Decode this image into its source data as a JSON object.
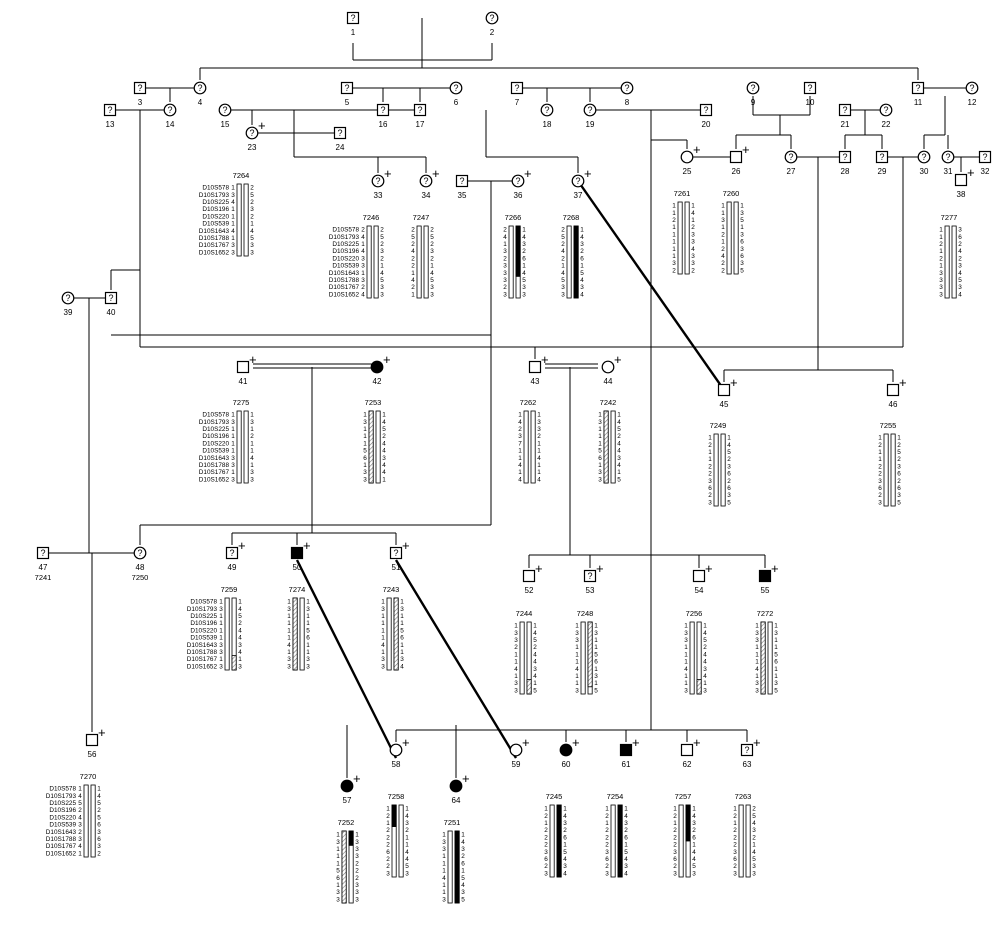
{
  "markers": [
    "D10S578",
    "D10S1793",
    "D10S225",
    "D10S196",
    "D10S220",
    "D10S539",
    "D10S1643",
    "D10S1788",
    "D10S1767",
    "D10S1652"
  ],
  "individuals": [
    {
      "id": "1",
      "sex": "M",
      "status": "unknown",
      "plus": false
    },
    {
      "id": "2",
      "sex": "F",
      "status": "unknown",
      "plus": false
    },
    {
      "id": "3",
      "sex": "M",
      "status": "unknown",
      "plus": false
    },
    {
      "id": "4",
      "sex": "F",
      "status": "unknown",
      "plus": false
    },
    {
      "id": "5",
      "sex": "M",
      "status": "unknown",
      "plus": false
    },
    {
      "id": "6",
      "sex": "F",
      "status": "unknown",
      "plus": false
    },
    {
      "id": "7",
      "sex": "M",
      "status": "unknown",
      "plus": false
    },
    {
      "id": "8",
      "sex": "F",
      "status": "unknown",
      "plus": false
    },
    {
      "id": "9",
      "sex": "F",
      "status": "unknown",
      "plus": false
    },
    {
      "id": "10",
      "sex": "M",
      "status": "unknown",
      "plus": false
    },
    {
      "id": "11",
      "sex": "M",
      "status": "unknown",
      "plus": false
    },
    {
      "id": "12",
      "sex": "F",
      "status": "unknown",
      "plus": false
    },
    {
      "id": "13",
      "sex": "M",
      "status": "unknown",
      "plus": false
    },
    {
      "id": "14",
      "sex": "F",
      "status": "unknown",
      "plus": false
    },
    {
      "id": "15",
      "sex": "F",
      "status": "unknown",
      "plus": false
    },
    {
      "id": "16",
      "sex": "M",
      "status": "unknown",
      "plus": false
    },
    {
      "id": "17",
      "sex": "M",
      "status": "unknown",
      "plus": false
    },
    {
      "id": "18",
      "sex": "F",
      "status": "unknown",
      "plus": false
    },
    {
      "id": "19",
      "sex": "F",
      "status": "unknown",
      "plus": false
    },
    {
      "id": "20",
      "sex": "M",
      "status": "unknown",
      "plus": false
    },
    {
      "id": "21",
      "sex": "M",
      "status": "unknown",
      "plus": false
    },
    {
      "id": "22",
      "sex": "F",
      "status": "unknown",
      "plus": false
    },
    {
      "id": "23",
      "sex": "F",
      "status": "unknown",
      "plus": true
    },
    {
      "id": "24",
      "sex": "M",
      "status": "unknown",
      "plus": false
    },
    {
      "id": "25",
      "sex": "F",
      "status": "unaffected",
      "plus": true
    },
    {
      "id": "26",
      "sex": "M",
      "status": "unaffected",
      "plus": true
    },
    {
      "id": "27",
      "sex": "F",
      "status": "unknown",
      "plus": false
    },
    {
      "id": "28",
      "sex": "M",
      "status": "unknown",
      "plus": false
    },
    {
      "id": "29",
      "sex": "M",
      "status": "unknown",
      "plus": false
    },
    {
      "id": "30",
      "sex": "F",
      "status": "unknown",
      "plus": false
    },
    {
      "id": "31",
      "sex": "F",
      "status": "unknown",
      "plus": false
    },
    {
      "id": "32",
      "sex": "M",
      "status": "unknown",
      "plus": false
    },
    {
      "id": "33",
      "sex": "F",
      "status": "unknown",
      "plus": true
    },
    {
      "id": "34",
      "sex": "F",
      "status": "unknown",
      "plus": true
    },
    {
      "id": "35",
      "sex": "M",
      "status": "unknown",
      "plus": false
    },
    {
      "id": "36",
      "sex": "F",
      "status": "unknown",
      "plus": true
    },
    {
      "id": "37",
      "sex": "F",
      "status": "unknown",
      "plus": true
    },
    {
      "id": "38",
      "sex": "M",
      "status": "unaffected",
      "plus": true
    },
    {
      "id": "39",
      "sex": "F",
      "status": "unknown",
      "plus": false
    },
    {
      "id": "40",
      "sex": "M",
      "status": "unknown",
      "plus": false
    },
    {
      "id": "41",
      "sex": "M",
      "status": "unaffected",
      "plus": true
    },
    {
      "id": "42",
      "sex": "F",
      "status": "affected",
      "plus": true
    },
    {
      "id": "43",
      "sex": "M",
      "status": "unaffected",
      "plus": true
    },
    {
      "id": "44",
      "sex": "F",
      "status": "unaffected",
      "plus": true
    },
    {
      "id": "45",
      "sex": "M",
      "status": "unaffected",
      "plus": true
    },
    {
      "id": "46",
      "sex": "M",
      "status": "unaffected",
      "plus": true
    },
    {
      "id": "47",
      "sex": "M",
      "status": "unknown",
      "plus": false
    },
    {
      "id": "48",
      "sex": "F",
      "status": "unknown",
      "plus": false
    },
    {
      "id": "49",
      "sex": "M",
      "status": "unknown",
      "plus": true
    },
    {
      "id": "50",
      "sex": "M",
      "status": "affected",
      "plus": true
    },
    {
      "id": "51",
      "sex": "M",
      "status": "unknown",
      "plus": true
    },
    {
      "id": "52",
      "sex": "M",
      "status": "unaffected",
      "plus": true
    },
    {
      "id": "53",
      "sex": "M",
      "status": "unknown",
      "plus": true
    },
    {
      "id": "54",
      "sex": "M",
      "status": "unaffected",
      "plus": true
    },
    {
      "id": "55",
      "sex": "M",
      "status": "affected",
      "plus": true
    },
    {
      "id": "56",
      "sex": "M",
      "status": "unaffected",
      "plus": true
    },
    {
      "id": "57",
      "sex": "F",
      "status": "affected",
      "plus": true
    },
    {
      "id": "58",
      "sex": "F",
      "status": "unaffected",
      "plus": true
    },
    {
      "id": "59",
      "sex": "F",
      "status": "unaffected",
      "plus": true
    },
    {
      "id": "60",
      "sex": "F",
      "status": "affected",
      "plus": true
    },
    {
      "id": "61",
      "sex": "M",
      "status": "affected",
      "plus": true
    },
    {
      "id": "62",
      "sex": "M",
      "status": "unaffected",
      "plus": true
    },
    {
      "id": "63",
      "sex": "M",
      "status": "unknown",
      "plus": true
    },
    {
      "id": "64",
      "sex": "F",
      "status": "affected",
      "plus": true
    }
  ],
  "haplotypes": [
    {
      "family_id": "7264",
      "left": [
        "1",
        "3",
        "4",
        "1",
        "1",
        "1",
        "4",
        "1",
        "3",
        "3"
      ],
      "right": [
        "2",
        "5",
        "2",
        "3",
        "2",
        "1",
        "4",
        "5",
        "3",
        "3"
      ],
      "show_markers": true
    },
    {
      "family_id": "7246",
      "left": [
        "2",
        "4",
        "1",
        "4",
        "3",
        "3",
        "1",
        "3",
        "2",
        "4"
      ],
      "right": [
        "2",
        "5",
        "2",
        "3",
        "2",
        "1",
        "4",
        "5",
        "3",
        "3"
      ],
      "show_markers": true
    },
    {
      "family_id": "7247",
      "left": [
        "2",
        "5",
        "2",
        "4",
        "2",
        "2",
        "1",
        "4",
        "2",
        "1"
      ],
      "right": [
        "2",
        "5",
        "2",
        "3",
        "2",
        "1",
        "4",
        "5",
        "3",
        "3"
      ],
      "show_markers": false
    },
    {
      "family_id": "7266",
      "left": [
        "2",
        "4",
        "1",
        "3",
        "2",
        "3",
        "3",
        "3",
        "2",
        "3"
      ],
      "right": [
        "1",
        "4",
        "3",
        "2",
        "6",
        "1",
        "4",
        "5",
        "3",
        "3"
      ],
      "show_markers": false
    },
    {
      "family_id": "7268",
      "left": [
        "2",
        "5",
        "2",
        "4",
        "2",
        "1",
        "4",
        "5",
        "3",
        "3"
      ],
      "right": [
        "1",
        "4",
        "3",
        "2",
        "6",
        "1",
        "5",
        "4",
        "3",
        "4"
      ],
      "show_markers": false
    },
    {
      "family_id": "7261",
      "left": [
        "1",
        "1",
        "2",
        "1",
        "1",
        "1",
        "1",
        "1",
        "3",
        "2"
      ],
      "right": [
        "1",
        "4",
        "1",
        "2",
        "3",
        "3",
        "4",
        "3",
        "3",
        "2"
      ],
      "show_markers": false
    },
    {
      "family_id": "7260",
      "left": [
        "1",
        "1",
        "3",
        "1",
        "2",
        "1",
        "2",
        "4",
        "2",
        "2"
      ],
      "right": [
        "1",
        "3",
        "5",
        "1",
        "3",
        "6",
        "3",
        "6",
        "3",
        "5"
      ],
      "show_markers": false
    },
    {
      "family_id": "7277",
      "left": [
        "1",
        "1",
        "2",
        "1",
        "2",
        "1",
        "3",
        "3",
        "3",
        "3"
      ],
      "right": [
        "3",
        "6",
        "2",
        "4",
        "2",
        "3",
        "4",
        "5",
        "3",
        "4"
      ],
      "show_markers": false
    },
    {
      "family_id": "7275",
      "left": [
        "1",
        "3",
        "1",
        "1",
        "1",
        "1",
        "3",
        "3",
        "1",
        "3"
      ],
      "right": [
        "1",
        "3",
        "1",
        "2",
        "1",
        "1",
        "4",
        "1",
        "3",
        "3"
      ],
      "show_markers": true
    },
    {
      "family_id": "7253",
      "left": [
        "1",
        "3",
        "1",
        "1",
        "1",
        "5",
        "6",
        "1",
        "3",
        "3"
      ],
      "right": [
        "1",
        "4",
        "5",
        "2",
        "4",
        "4",
        "3",
        "4",
        "4",
        "1"
      ],
      "show_markers": false
    },
    {
      "family_id": "7262",
      "left": [
        "1",
        "4",
        "2",
        "3",
        "7",
        "1",
        "1",
        "4",
        "1",
        "4"
      ],
      "right": [
        "1",
        "3",
        "3",
        "2",
        "1",
        "1",
        "4",
        "1",
        "1",
        "4"
      ],
      "show_markers": false
    },
    {
      "family_id": "7242",
      "left": [
        "1",
        "3",
        "1",
        "1",
        "1",
        "5",
        "6",
        "1",
        "3",
        "3"
      ],
      "right": [
        "1",
        "4",
        "5",
        "2",
        "4",
        "4",
        "3",
        "4",
        "1",
        "5"
      ],
      "show_markers": false
    },
    {
      "family_id": "7249",
      "left": [
        "1",
        "2",
        "1",
        "1",
        "2",
        "2",
        "3",
        "6",
        "2",
        "3"
      ],
      "right": [
        "1",
        "4",
        "5",
        "2",
        "3",
        "6",
        "2",
        "6",
        "3",
        "5"
      ],
      "show_markers": false
    },
    {
      "family_id": "7255",
      "left": [
        "1",
        "2",
        "1",
        "1",
        "2",
        "2",
        "3",
        "6",
        "2",
        "3"
      ],
      "right": [
        "1",
        "2",
        "5",
        "2",
        "3",
        "6",
        "2",
        "6",
        "3",
        "5"
      ],
      "show_markers": false
    },
    {
      "family_id": "7259",
      "left": [
        "1",
        "3",
        "1",
        "1",
        "1",
        "1",
        "3",
        "3",
        "1",
        "3"
      ],
      "right": [
        "1",
        "4",
        "5",
        "2",
        "4",
        "4",
        "3",
        "4",
        "1",
        "3"
      ],
      "show_markers": true
    },
    {
      "family_id": "7274",
      "left": [
        "1",
        "3",
        "1",
        "1",
        "1",
        "1",
        "4",
        "1",
        "3",
        "3"
      ],
      "right": [
        "1",
        "3",
        "1",
        "1",
        "5",
        "6",
        "1",
        "1",
        "3",
        "3"
      ],
      "show_markers": false
    },
    {
      "family_id": "7243",
      "left": [
        "1",
        "3",
        "1",
        "1",
        "1",
        "1",
        "4",
        "1",
        "3",
        "3"
      ],
      "right": [
        "1",
        "3",
        "1",
        "1",
        "5",
        "6",
        "1",
        "1",
        "3",
        "4"
      ],
      "show_markers": false
    },
    {
      "family_id": "7244",
      "left": [
        "1",
        "3",
        "3",
        "2",
        "1",
        "1",
        "4",
        "1",
        "3",
        "3"
      ],
      "right": [
        "1",
        "4",
        "5",
        "2",
        "4",
        "4",
        "3",
        "4",
        "1",
        "5"
      ],
      "show_markers": false
    },
    {
      "family_id": "7248",
      "left": [
        "1",
        "3",
        "3",
        "1",
        "1",
        "1",
        "4",
        "1",
        "1",
        "3"
      ],
      "right": [
        "1",
        "3",
        "1",
        "1",
        "5",
        "6",
        "1",
        "3",
        "1",
        "5"
      ],
      "show_markers": false
    },
    {
      "family_id": "7256",
      "left": [
        "1",
        "3",
        "3",
        "1",
        "1",
        "1",
        "4",
        "1",
        "1",
        "3"
      ],
      "right": [
        "1",
        "4",
        "5",
        "2",
        "4",
        "4",
        "3",
        "4",
        "1",
        "3"
      ],
      "show_markers": false
    },
    {
      "family_id": "7272",
      "left": [
        "1",
        "3",
        "3",
        "1",
        "1",
        "1",
        "4",
        "1",
        "3",
        "3"
      ],
      "right": [
        "1",
        "3",
        "1",
        "1",
        "5",
        "6",
        "1",
        "1",
        "3",
        "5"
      ],
      "show_markers": false
    },
    {
      "family_id": "7270",
      "left": [
        "1",
        "4",
        "5",
        "2",
        "4",
        "3",
        "2",
        "3",
        "4",
        "1"
      ],
      "right": [
        "1",
        "4",
        "5",
        "2",
        "5",
        "6",
        "3",
        "6",
        "3",
        "2"
      ],
      "show_markers": true
    },
    {
      "family_id": "7252",
      "left": [
        "1",
        "3",
        "1",
        "1",
        "1",
        "5",
        "6",
        "1",
        "3",
        "3"
      ],
      "right": [
        "1",
        "3",
        "3",
        "3",
        "2",
        "2",
        "2",
        "3",
        "3",
        "3"
      ],
      "show_markers": false
    },
    {
      "family_id": "7258",
      "left": [
        "1",
        "2",
        "1",
        "2",
        "2",
        "2",
        "6",
        "2",
        "2",
        "3"
      ],
      "right": [
        "1",
        "4",
        "3",
        "2",
        "1",
        "1",
        "4",
        "4",
        "5",
        "3"
      ],
      "show_markers": false
    },
    {
      "family_id": "7251",
      "left": [
        "1",
        "3",
        "3",
        "1",
        "1",
        "1",
        "4",
        "1",
        "1",
        "3"
      ],
      "right": [
        "1",
        "4",
        "3",
        "2",
        "6",
        "1",
        "5",
        "4",
        "3",
        "5"
      ],
      "show_markers": false
    },
    {
      "family_id": "7245",
      "left": [
        "1",
        "2",
        "1",
        "2",
        "2",
        "2",
        "3",
        "6",
        "2",
        "3"
      ],
      "right": [
        "1",
        "4",
        "3",
        "2",
        "6",
        "1",
        "5",
        "4",
        "3",
        "4"
      ],
      "show_markers": false
    },
    {
      "family_id": "7254",
      "left": [
        "1",
        "2",
        "1",
        "2",
        "2",
        "2",
        "3",
        "6",
        "2",
        "3"
      ],
      "right": [
        "1",
        "4",
        "3",
        "2",
        "6",
        "1",
        "5",
        "4",
        "3",
        "4"
      ],
      "show_markers": false
    },
    {
      "family_id": "7257",
      "left": [
        "1",
        "2",
        "1",
        "2",
        "2",
        "2",
        "3",
        "6",
        "2",
        "3"
      ],
      "right": [
        "1",
        "4",
        "3",
        "2",
        "6",
        "1",
        "4",
        "4",
        "5",
        "3"
      ],
      "show_markers": false
    },
    {
      "family_id": "7263",
      "left": [
        "1",
        "2",
        "1",
        "2",
        "2",
        "2",
        "3",
        "6",
        "2",
        "3"
      ],
      "right": [
        "2",
        "5",
        "4",
        "3",
        "2",
        "1",
        "4",
        "5",
        "3",
        "3"
      ],
      "show_markers": false
    }
  ],
  "extra_ids": [
    "7241",
    "7250"
  ],
  "colors": {
    "affected": "#000000",
    "unaffected": "#ffffff",
    "line": "#000000",
    "hatch": "#888888"
  }
}
